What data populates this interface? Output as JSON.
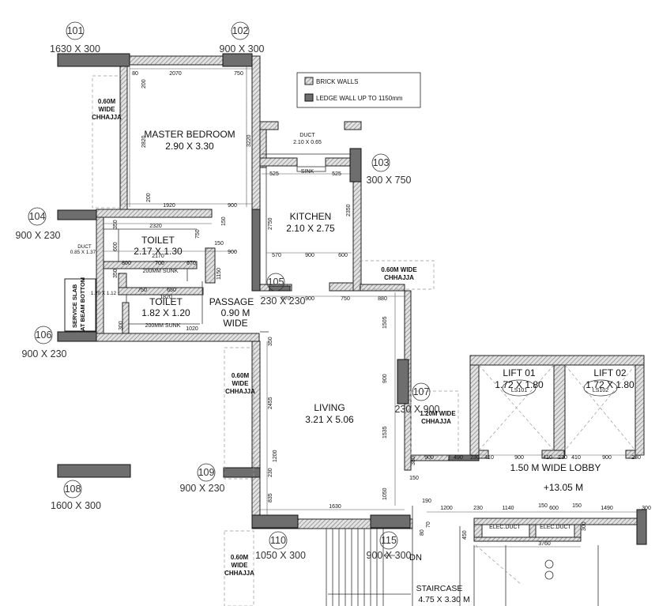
{
  "legend": {
    "brick_walls": "BRICK WALLS",
    "ledge_wall": "LEDGE WALL UP TO 1150mm"
  },
  "colors": {
    "wall_hatch": "#9a9a9a",
    "window_fill": "#6e6e6e",
    "line": "#222222"
  },
  "rooms": {
    "master_bedroom": {
      "name": "MASTER BEDROOM",
      "size": "2.90 X 3.30"
    },
    "kitchen": {
      "name": "KITCHEN",
      "size": "2.10 X 2.75"
    },
    "toilet1": {
      "name": "TOILET",
      "size": "2.17 X 1.30",
      "sunk": "200MM SUNK"
    },
    "toilet2": {
      "name": "TOILET",
      "size": "1.82 X 1.20",
      "sunk": "200MM SUNK"
    },
    "passage": {
      "l1": "PASSAGE",
      "l2": "0.90 M",
      "l3": "WIDE"
    },
    "living": {
      "name": "LIVING",
      "size": "3.21 X 5.06"
    },
    "duct": {
      "name": "DUCT",
      "size": "2.10 X 0.65"
    },
    "sink": "SINK",
    "lift1": {
      "name": "LIFT 01",
      "size": "1.72 X 1.80",
      "tag": "LS101"
    },
    "lift2": {
      "name": "LIFT 02",
      "size": "1.72 X 1.80",
      "tag": "LS102"
    },
    "lobby": {
      "l1": "1.50 M WIDE LOBBY",
      "l2": "+13.05 M"
    },
    "staircase": {
      "l1": "STAIRCASE",
      "l2": "4.75 X 3.30 M",
      "dn": "DN"
    },
    "elec_duct1": "ELEC.DUCT",
    "elec_duct2": "ELEC.DUCT",
    "toilet_duct": {
      "l1": "DUCT",
      "l2": "0.85 X 1.37"
    },
    "service_slab": {
      "l1": "SERVICE SLAB",
      "l2": "AT BEAM BOTTOM"
    },
    "slab_size": "1.20 X 1.12"
  },
  "chhajja": [
    {
      "l1": "0.60M",
      "l2": "WIDE",
      "l3": "CHHAJJA"
    },
    {
      "l1": "0.60M WIDE",
      "l2": "CHHAJJA"
    },
    {
      "l1": "0.60M",
      "l2": "WIDE",
      "l3": "CHHAJJA"
    },
    {
      "l1": "1.20M WIDE",
      "l2": "CHHAJJA"
    },
    {
      "l1": "0.60M",
      "l2": "WIDE",
      "l3": "CHHAJJA"
    }
  ],
  "windows": [
    {
      "id": "101",
      "size": "1630 X 300"
    },
    {
      "id": "102",
      "size": "900 X 300"
    },
    {
      "id": "103",
      "size": "300 X 750"
    },
    {
      "id": "104",
      "size": "900 X 230"
    },
    {
      "id": "105",
      "size": "230 X 230"
    },
    {
      "id": "106",
      "size": "900 X 230"
    },
    {
      "id": "107",
      "size": "230 X 900"
    },
    {
      "id": "108",
      "size": "1600 X 300"
    },
    {
      "id": "109",
      "size": "900 X 230"
    },
    {
      "id": "110",
      "size": "1050 X 300"
    },
    {
      "id": "115",
      "size": "900 X 300"
    }
  ],
  "dims": {
    "bed_top_80": "80",
    "bed_top_2070": "2070",
    "bed_top_750": "750",
    "bed_left_200a": "200",
    "bed_left_2820": "2820",
    "bed_left_200b": "200",
    "bed_right_3220": "3220",
    "bed_bot_1920": "1920",
    "bed_bot_900": "900",
    "duct_525a": "525",
    "duct_525b": "525",
    "kit_2750": "2750",
    "kit_2350": "2350",
    "kit_570": "570",
    "kit_900": "900",
    "kit_600": "600",
    "t1_2320": "2320",
    "t1_350": "350",
    "t1_600": "600",
    "t1_750": "750",
    "t1_150a": "150",
    "t1_150b": "150",
    "t1_900": "900",
    "t1_2170": "2170",
    "t1_800": "800",
    "t1_700": "700",
    "t1_670": "670",
    "t1_1150": "1150",
    "t1_350b": "350",
    "t2_750": "750",
    "t2_650": "650",
    "t2_1820": "1820",
    "t2_300": "300",
    "t2_1020": "1020",
    "t2_570": "570",
    "t2_900": "900",
    "liv_750": "750",
    "liv_880": "880",
    "liv_1505": "1505",
    "liv_900": "900",
    "liv_1535": "1535",
    "liv_380": "380",
    "liv_150": "150",
    "liv_350": "350",
    "liv_2455": "2455",
    "liv_1200": "1200",
    "liv_230": "230",
    "liv_835": "835",
    "liv_1630": "1630",
    "liv_1050": "1050",
    "liv_190": "190",
    "liv_70": "70",
    "liv_80": "80",
    "lob_900a": "900",
    "lob_490": "490",
    "lob_230a": "230",
    "lob_410a": "410",
    "lob_900b": "900",
    "lob_410b": "410",
    "lob_230b": "230",
    "lob_410c": "410",
    "lob_900c": "900",
    "lob_230c": "230",
    "ed_1200": "1200",
    "ed_230": "230",
    "ed_1140": "1140",
    "ed_150a": "150",
    "ed_600": "600",
    "ed_150b": "150",
    "ed_1490": "1490",
    "ed_300a": "300",
    "ed_450": "450",
    "ed_300b": "300",
    "ed_3760": "3760"
  }
}
